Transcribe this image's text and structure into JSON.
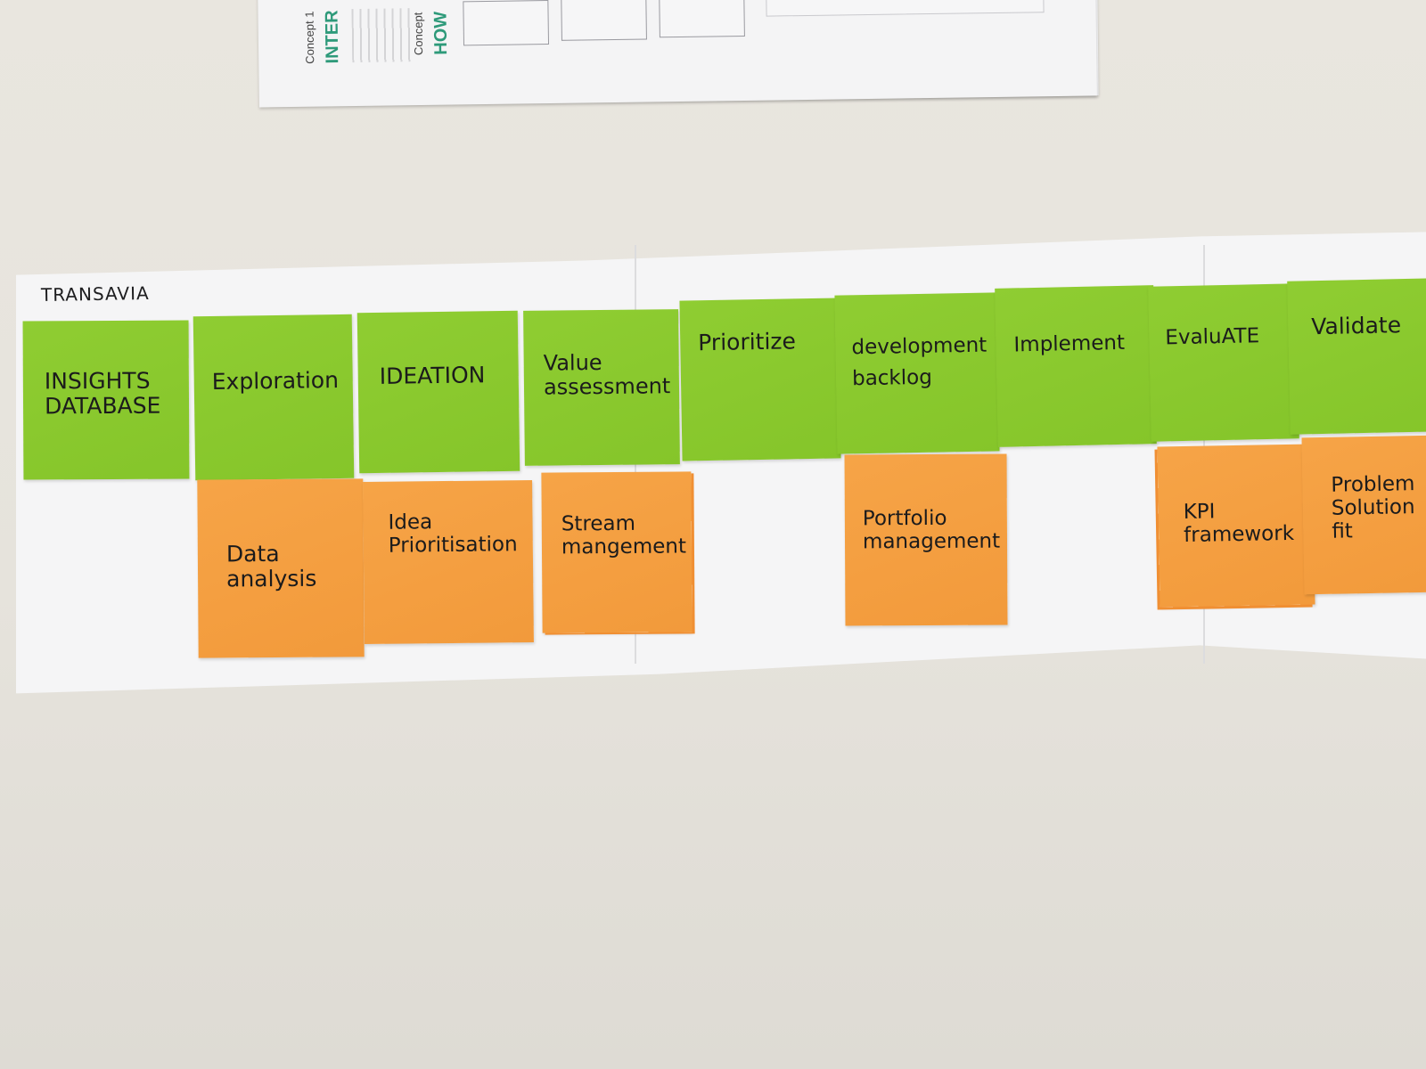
{
  "top_paper": {
    "heading_1_small": "Concept 1",
    "heading_1_big": "INTER",
    "heading_2_small": "Concept",
    "heading_2_big": "HOW"
  },
  "board": {
    "title": "TRANSAVIA",
    "green_notes": [
      {
        "label": "INSIGHTS\n  DATABASE"
      },
      {
        "label": "Exploration"
      },
      {
        "label": "IDEATION"
      },
      {
        "label": "Value\nassessment"
      },
      {
        "label": "Prioritize"
      },
      {
        "label": "development\nbacklog"
      },
      {
        "label": "Implement"
      },
      {
        "label": "EvaluATE"
      },
      {
        "label": "Validate"
      }
    ],
    "orange_notes": [
      {
        "label": "Data\nanalysis"
      },
      {
        "label": "Idea\nPrioritisation"
      },
      {
        "label": "Stream\nmangement"
      },
      {
        "label": "Portfolio\nmanagement"
      },
      {
        "label": "KPI\nframework"
      },
      {
        "label": "Problem\nSolution\nfit"
      }
    ],
    "colors": {
      "green_note": "#8ac82e",
      "orange_note": "#f49e40",
      "paper": "#f5f5f6",
      "table": "#e7e4dd"
    }
  }
}
